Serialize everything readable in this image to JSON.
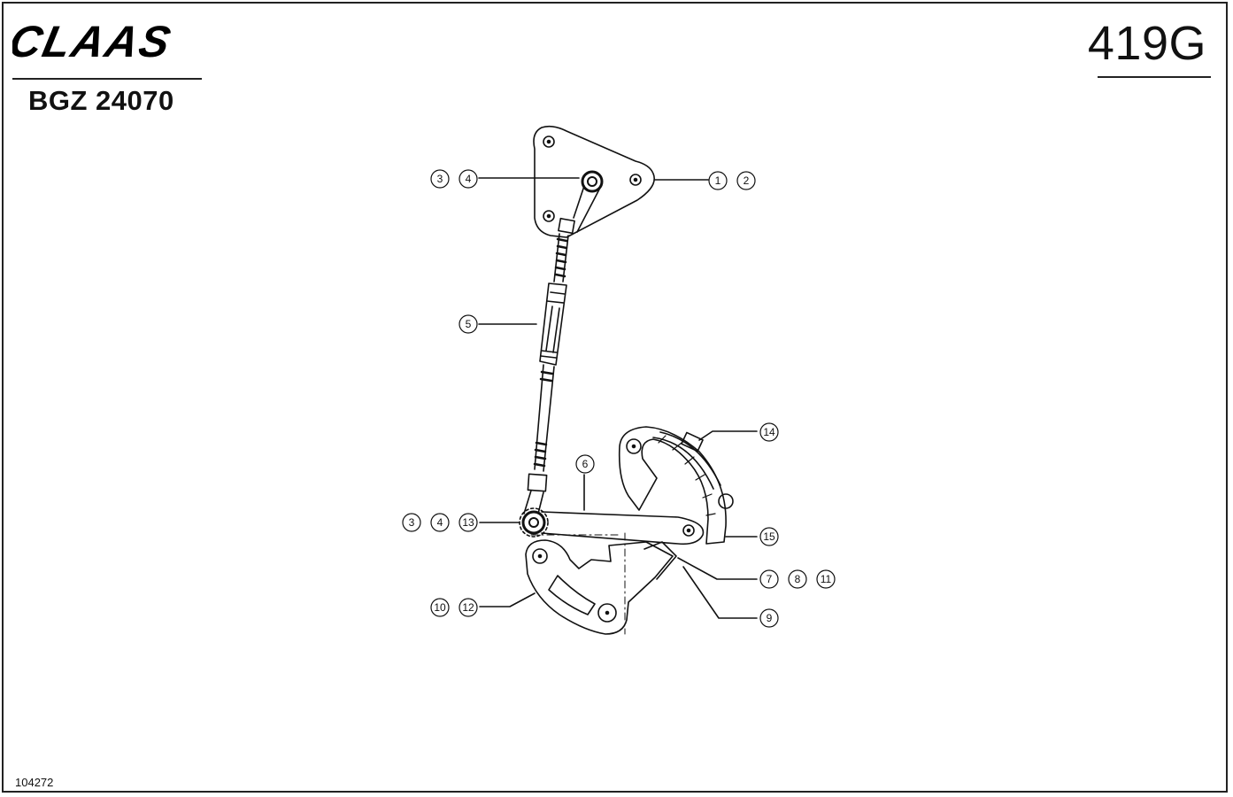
{
  "header": {
    "brand": "CLAAS",
    "model_code": "BGZ 24070",
    "page_code": "419G"
  },
  "footer": {
    "drawing_number": "104272"
  },
  "callouts": [
    {
      "id": "c3a",
      "label": "3"
    },
    {
      "id": "c4a",
      "label": "4"
    },
    {
      "id": "c1",
      "label": "1"
    },
    {
      "id": "c2",
      "label": "2"
    },
    {
      "id": "c5",
      "label": "5"
    },
    {
      "id": "c14",
      "label": "14"
    },
    {
      "id": "c6",
      "label": "6"
    },
    {
      "id": "c3b",
      "label": "3"
    },
    {
      "id": "c4b",
      "label": "4"
    },
    {
      "id": "c13",
      "label": "13"
    },
    {
      "id": "c15",
      "label": "15"
    },
    {
      "id": "c7",
      "label": "7"
    },
    {
      "id": "c8",
      "label": "8"
    },
    {
      "id": "c11",
      "label": "11"
    },
    {
      "id": "c10",
      "label": "10"
    },
    {
      "id": "c12",
      "label": "12"
    },
    {
      "id": "c9",
      "label": "9"
    }
  ]
}
